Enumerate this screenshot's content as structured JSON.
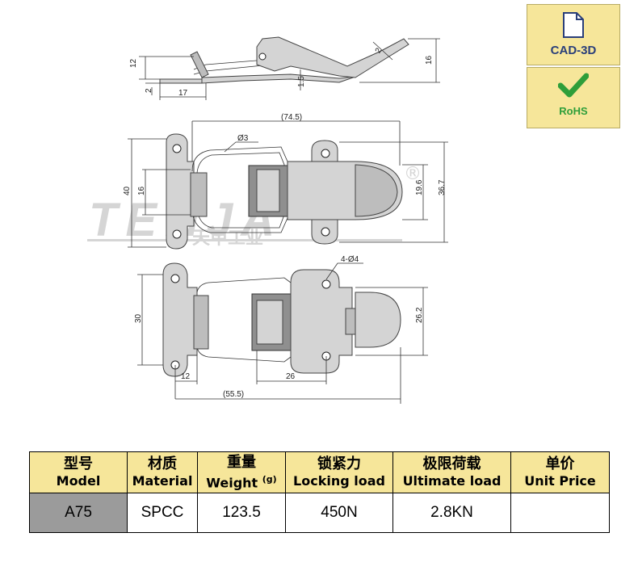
{
  "badges": {
    "cad": "CAD-3D",
    "rohs": "RoHS"
  },
  "watermark": {
    "latin": "TENJA",
    "cjk": "天甲工业",
    "mark": "®"
  },
  "drawing": {
    "side_view": {
      "dims": [
        "12",
        "2",
        "17",
        "1.5",
        "2",
        "16"
      ]
    },
    "top_view": {
      "dims": [
        "(74.5)",
        "Ø3",
        "40",
        "16",
        "19.6",
        "36.7"
      ]
    },
    "bottom_view": {
      "dims": [
        "4-Ø4",
        "30",
        "26.2",
        "12",
        "26",
        "(55.5)"
      ]
    }
  },
  "table": {
    "headers": [
      {
        "zh": "型号",
        "en": "Model"
      },
      {
        "zh": "材质",
        "en": "Material"
      },
      {
        "zh": "重量",
        "en": "Weight",
        "unit": "(g)"
      },
      {
        "zh": "锁紧力",
        "en": "Locking load"
      },
      {
        "zh": "极限荷载",
        "en": "Ultimate load"
      },
      {
        "zh": "单价",
        "en": "Unit Price"
      }
    ],
    "row": [
      "A75",
      "SPCC",
      "123.5",
      "450N",
      "2.8KN",
      ""
    ]
  },
  "colors": {
    "header_fill": "#f6e69a",
    "model_cell_fill": "#9b9b9b",
    "rohs_check": "#2e9e3a",
    "cad_text": "#2a3f7a"
  }
}
